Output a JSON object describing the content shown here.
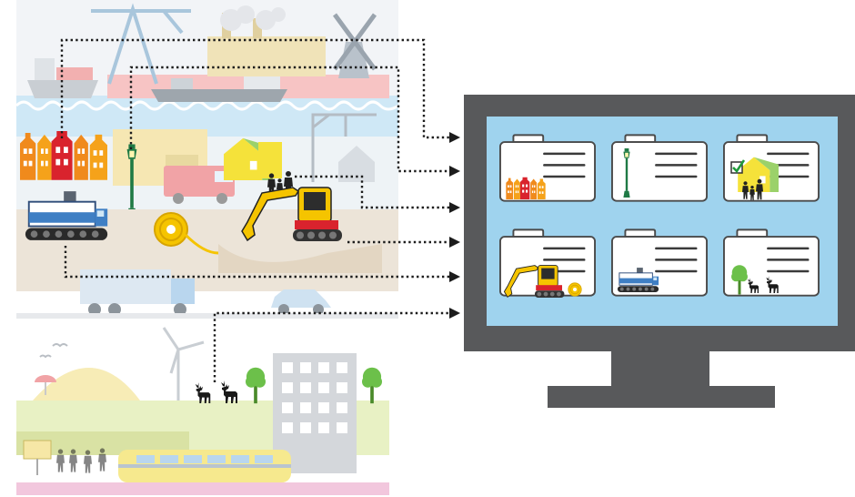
{
  "scene": {
    "left_illustration": [
      "harbor",
      "ships",
      "cranes",
      "windmill",
      "factory",
      "row-houses",
      "street-lamp",
      "fire-truck",
      "new-houses",
      "family",
      "ground-drill",
      "cable-reel",
      "excavator",
      "delivery-truck",
      "car",
      "wind-turbine",
      "deer",
      "trees",
      "office-building",
      "bus-stop",
      "people",
      "tram"
    ],
    "connections": [
      {
        "source": "row-houses",
        "target": "folder-houses"
      },
      {
        "source": "street-lamp",
        "target": "folder-street-lamp"
      },
      {
        "source": "family",
        "target": "folder-new-houses"
      },
      {
        "source": "excavator",
        "target": "folder-excavator"
      },
      {
        "source": "ground-drill",
        "target": "folder-ground-drill"
      },
      {
        "source": "deer",
        "target": "folder-nature"
      }
    ]
  },
  "monitor": {
    "folders": [
      {
        "id": "folder-houses",
        "icon": "row-houses-icon"
      },
      {
        "id": "folder-street-lamp",
        "icon": "street-lamp-icon"
      },
      {
        "id": "folder-new-houses",
        "icon": "house-checkmark-family-icon"
      },
      {
        "id": "folder-excavator",
        "icon": "excavator-cable-reel-icon"
      },
      {
        "id": "folder-ground-drill",
        "icon": "ground-drill-icon"
      },
      {
        "id": "folder-nature",
        "icon": "tree-deer-icon"
      }
    ]
  },
  "colors": {
    "monitor_frame": "#58595b",
    "screen": "#9fd3ee",
    "folder_fill": "#ffffff",
    "excavator_yellow": "#f5c400",
    "house_red": "#d9232d",
    "house_orange": "#f08a1c",
    "lamp_green": "#1f7a45",
    "leader_line": "#1c1c1c"
  }
}
